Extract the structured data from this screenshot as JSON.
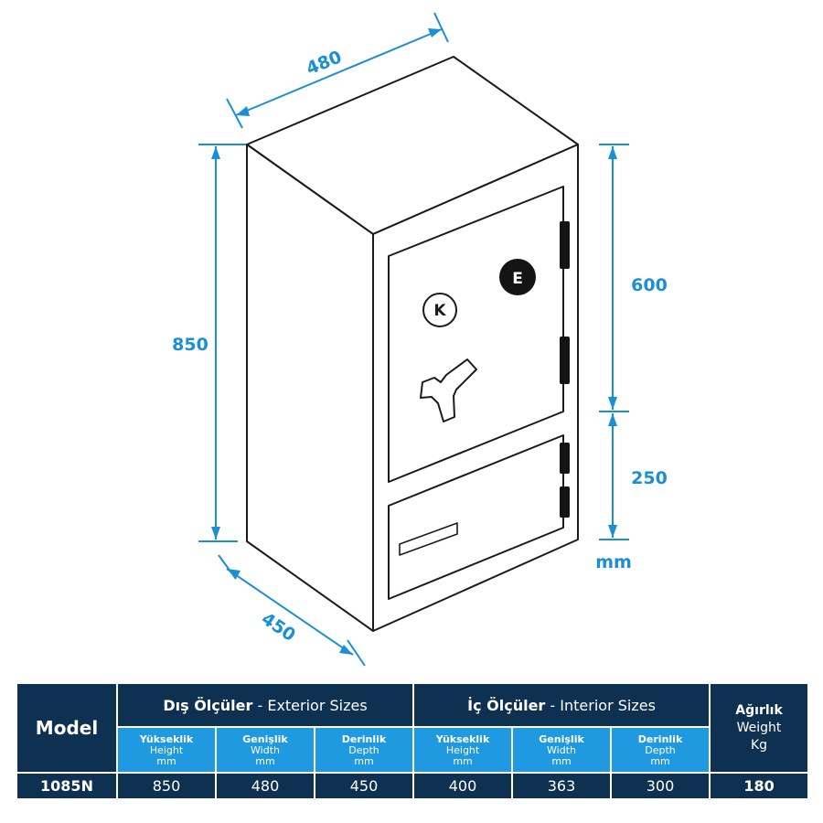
{
  "dimensions": {
    "top_width": "480",
    "total_height": "850",
    "upper_door_height": "600",
    "lower_door_height": "250",
    "unit": "mm",
    "depth": "450"
  },
  "safe": {
    "key_lock_letter": "K",
    "electronic_lock_letter": "E"
  },
  "table": {
    "model_header": "Model",
    "exterior": {
      "tr": "Dış Ölçüler",
      "sep": " - ",
      "en": "Exterior Sizes"
    },
    "interior": {
      "tr": "İç Ölçüler",
      "sep": " - ",
      "en": "Interior Sizes"
    },
    "weight": {
      "tr": "Ağırlık",
      "en": "Weight",
      "unit": "Kg"
    },
    "subheaders": [
      {
        "tr": "Yükseklik",
        "en": "Height",
        "unit": "mm"
      },
      {
        "tr": "Genişlik",
        "en": "Width",
        "unit": "mm"
      },
      {
        "tr": "Derinlik",
        "en": "Depth",
        "unit": "mm"
      },
      {
        "tr": "Yükseklik",
        "en": "Height",
        "unit": "mm"
      },
      {
        "tr": "Genişlik",
        "en": "Width",
        "unit": "mm"
      },
      {
        "tr": "Derinlik",
        "en": "Depth",
        "unit": "mm"
      }
    ],
    "row": {
      "model": "1085N",
      "values": [
        "850",
        "480",
        "450",
        "400",
        "363",
        "300"
      ],
      "weight": "180"
    }
  },
  "colors": {
    "accent_blue": "#1a8fd6",
    "table_dark": "#0e3152",
    "table_light": "#1f9ae0",
    "outline": "#1b1b1b"
  }
}
